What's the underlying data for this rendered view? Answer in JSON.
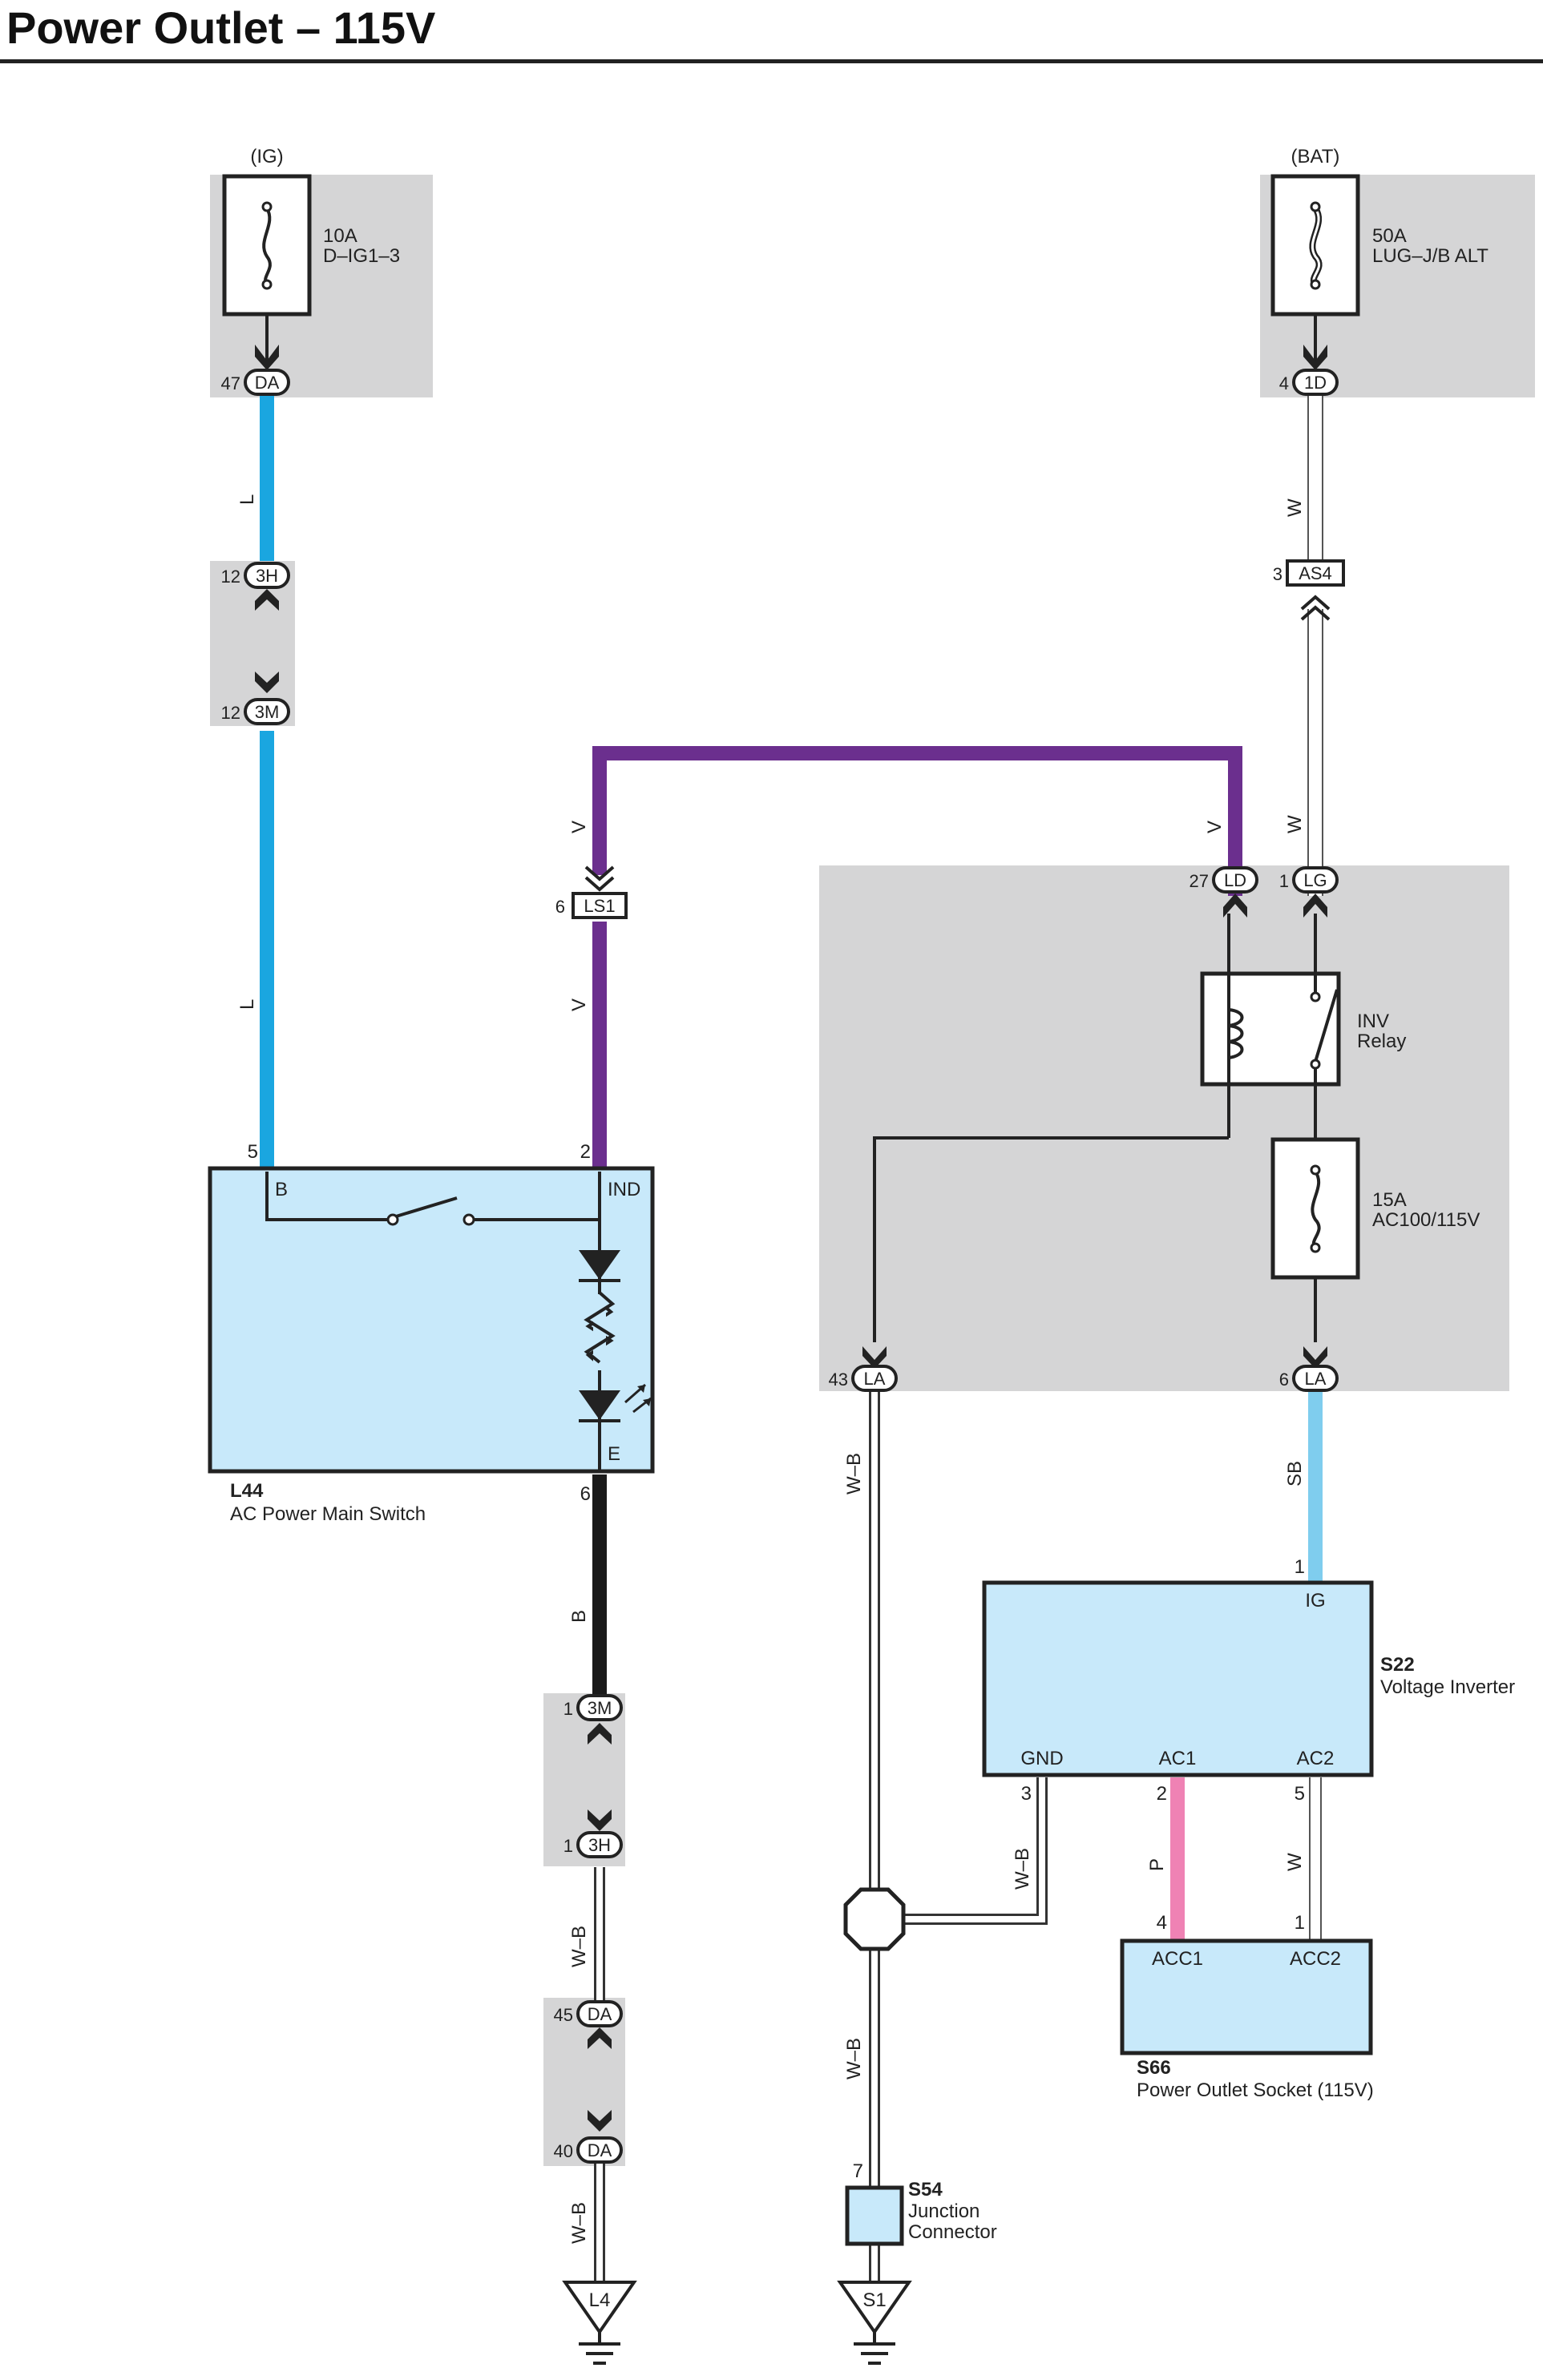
{
  "title": "Power Outlet – 115V",
  "colors": {
    "wire_L": "#1aa6e0",
    "wire_V": "#6b2f8e",
    "wire_B": "#1a1a1a",
    "wire_SB": "#7fcdee",
    "wire_P": "#ef82b4",
    "wire_W": "#ffffff",
    "module_fill": "#c8e9fa",
    "box_fill": "#d5d5d6"
  },
  "power_sources": {
    "ig": "(IG)",
    "bat": "(BAT)"
  },
  "fuses": {
    "f1": {
      "rating": "10A",
      "name": "D–IG1–3"
    },
    "f2": {
      "rating": "50A",
      "name": "LUG–J/B ALT"
    },
    "f3": {
      "rating": "15A",
      "name": "AC100/115V"
    }
  },
  "relay": {
    "line1": "INV",
    "line2": "Relay"
  },
  "components": {
    "l44": {
      "id": "L44",
      "name": "AC Power Main Switch",
      "pins": {
        "b": "B",
        "ind": "IND",
        "e": "E"
      }
    },
    "s22": {
      "id": "S22",
      "name": "Voltage Inverter",
      "pins": {
        "ig": "IG",
        "gnd": "GND",
        "ac1": "AC1",
        "ac2": "AC2"
      }
    },
    "s66": {
      "id": "S66",
      "name": "Power Outlet Socket (115V)",
      "pins": {
        "acc1": "ACC1",
        "acc2": "ACC2"
      }
    },
    "s54": {
      "id": "S54",
      "line1": "Junction",
      "line2": "Connector"
    }
  },
  "connectors": {
    "da47": {
      "pin": "47",
      "code": "DA"
    },
    "d1": {
      "pin": "4",
      "code": "1D"
    },
    "h3a": {
      "pin": "12",
      "code": "3H"
    },
    "m3a": {
      "pin": "12",
      "code": "3M"
    },
    "as4": {
      "pin": "3",
      "code": "AS4"
    },
    "ls1": {
      "pin": "6",
      "code": "LS1"
    },
    "ld": {
      "pin": "27",
      "code": "LD"
    },
    "lg": {
      "pin": "1",
      "code": "LG"
    },
    "la43": {
      "pin": "43",
      "code": "LA"
    },
    "la6": {
      "pin": "6",
      "code": "LA"
    },
    "m3b": {
      "pin": "1",
      "code": "3M"
    },
    "h3b": {
      "pin": "1",
      "code": "3H"
    },
    "da45": {
      "pin": "45",
      "code": "DA"
    },
    "da40": {
      "pin": "40",
      "code": "DA"
    }
  },
  "pins": {
    "l44_b": "5",
    "l44_ind": "2",
    "l44_e": "6",
    "s22_ig": "1",
    "s22_gnd": "3",
    "s22_ac1": "2",
    "s22_ac2": "5",
    "s66_acc1": "4",
    "s66_acc2": "1",
    "s54": "7"
  },
  "wires": {
    "l1": "L",
    "l2": "L",
    "w1": "W",
    "w2": "W",
    "v1": "V",
    "v2": "V",
    "v3": "V",
    "wb1": "W–B",
    "sb": "SB",
    "b": "B",
    "wb2": "W–B",
    "p": "P",
    "w3": "W",
    "wb3": "W–B",
    "wb4": "W–B",
    "wb5": "W–B"
  },
  "grounds": {
    "l4": "L4",
    "s1": "S1"
  }
}
